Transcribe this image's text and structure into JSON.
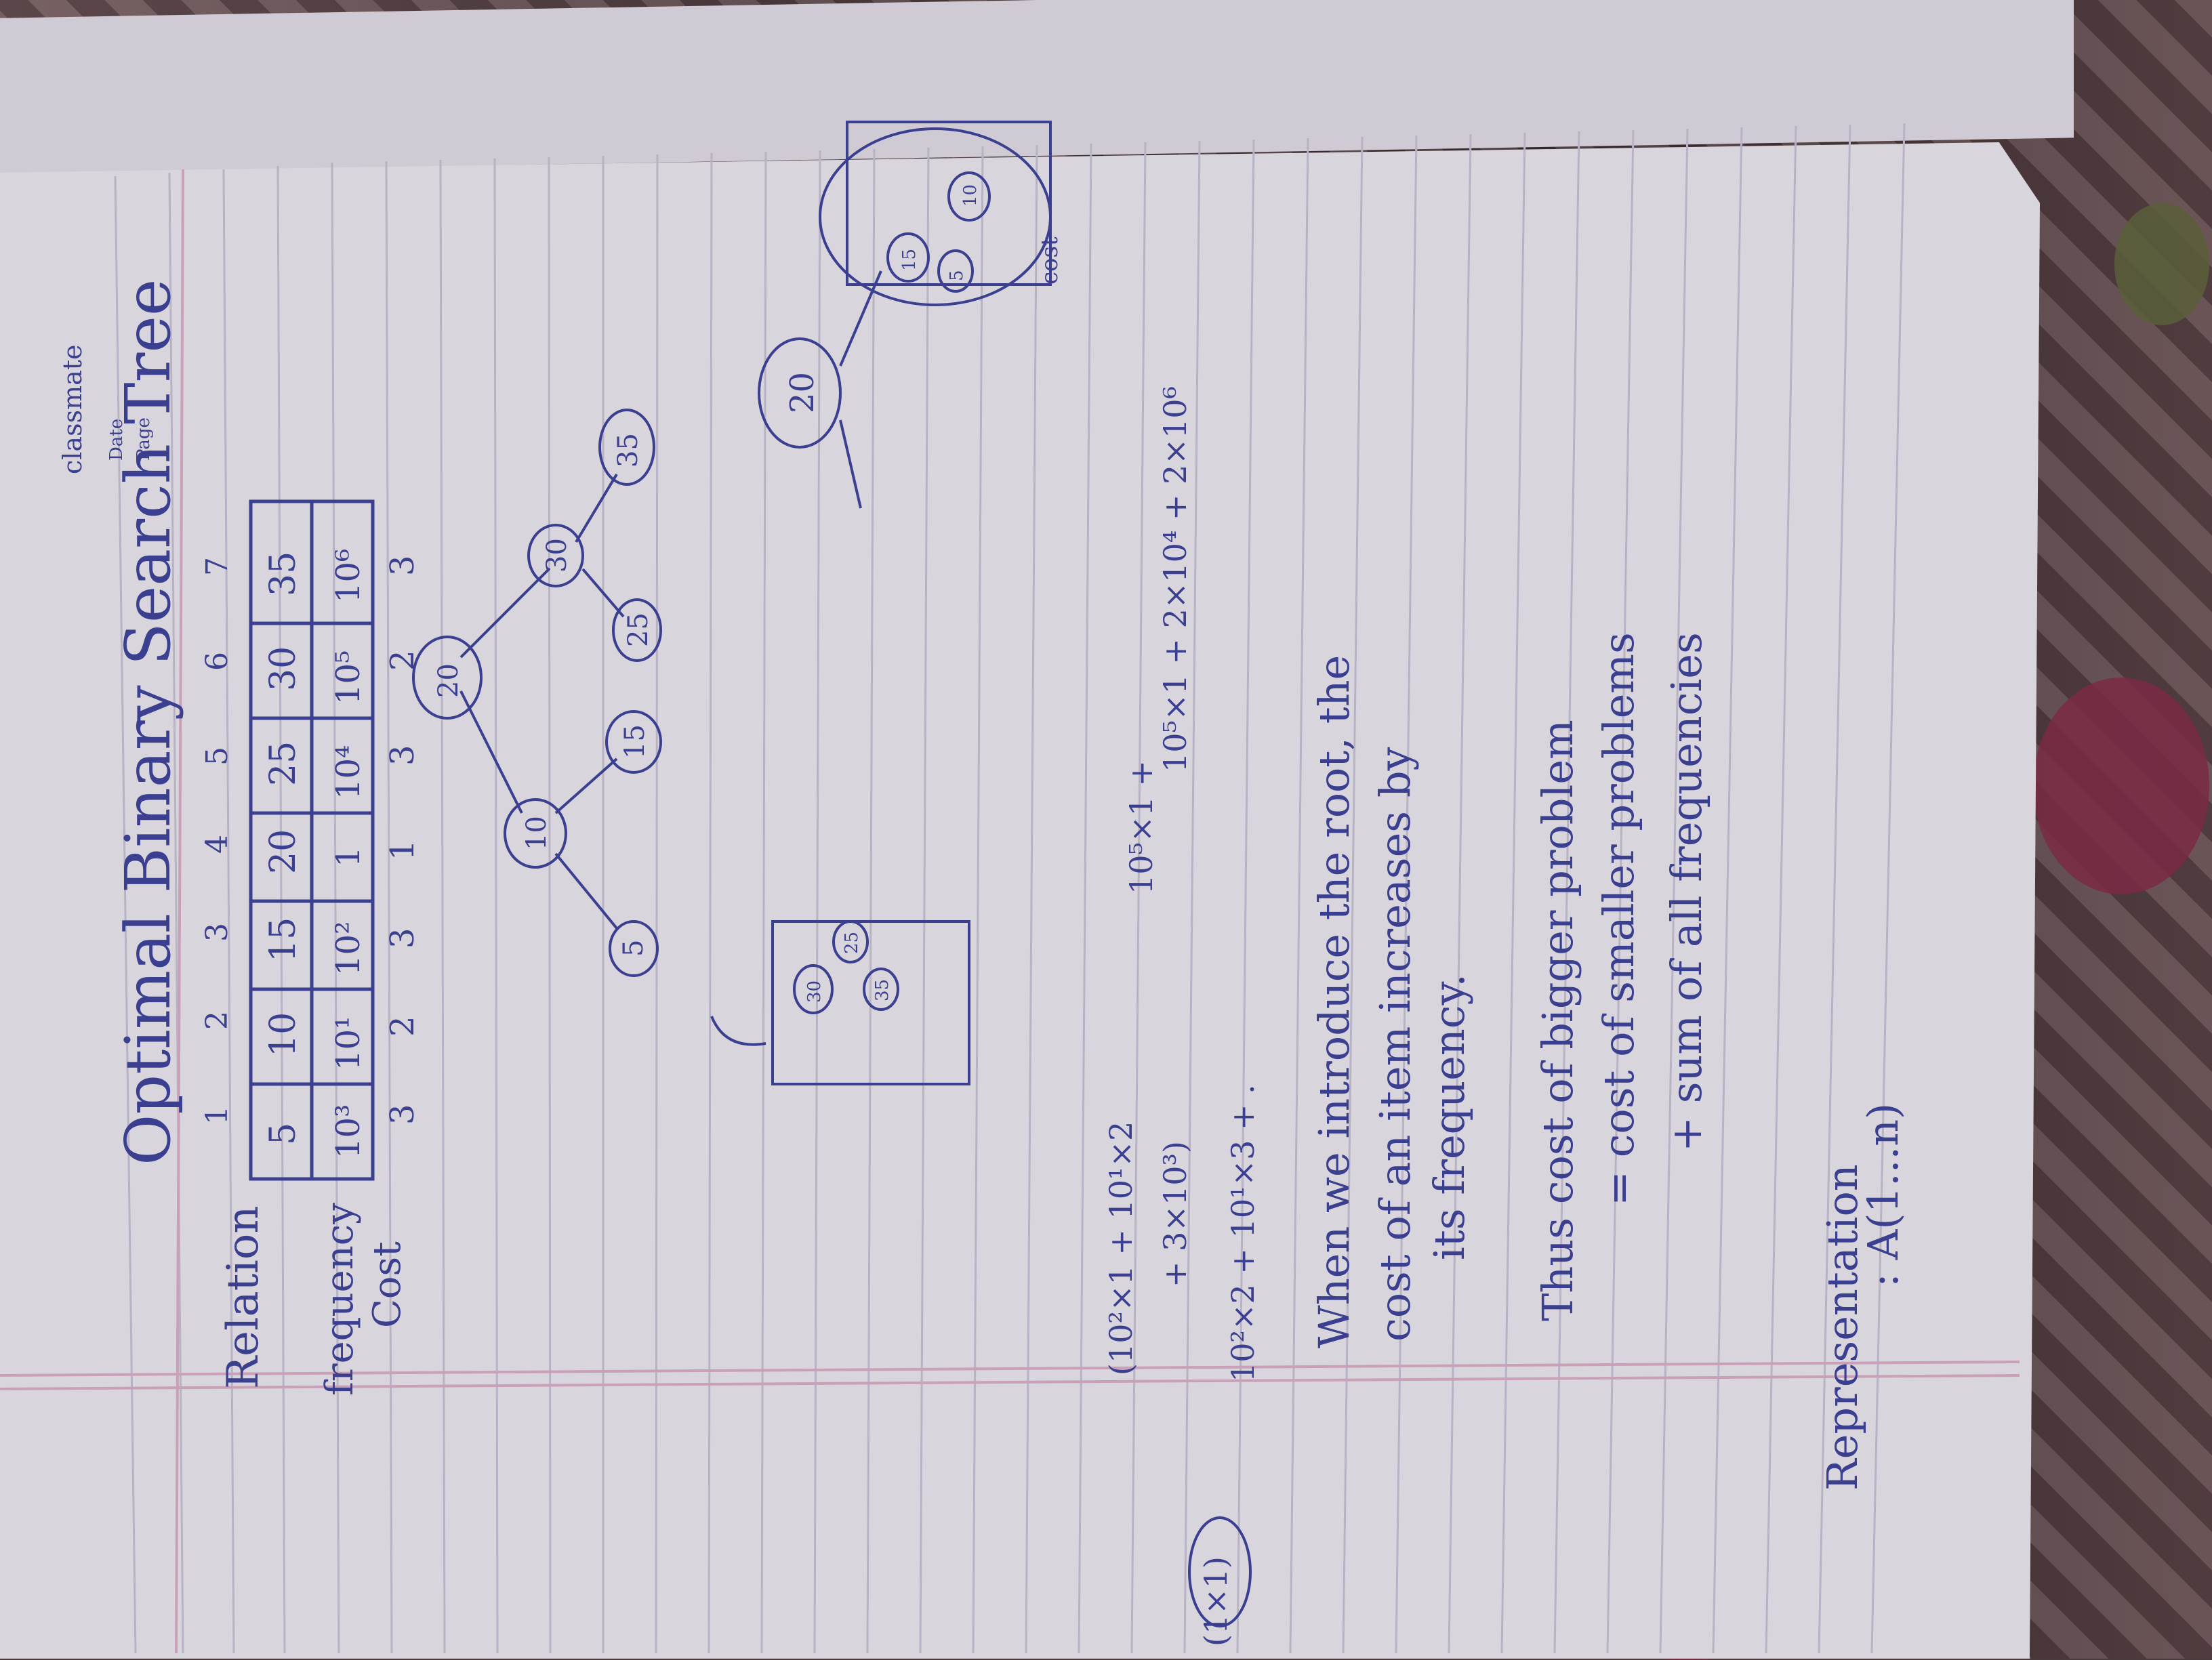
{
  "header": {
    "brand": "classmate",
    "date_label": "Date",
    "page_label": "Page"
  },
  "title": "Optimal Binary Search Tree",
  "table": {
    "section_label": "Relation",
    "frequency_label": "frequency",
    "cost_label": "Cost",
    "indices": [
      "1",
      "2",
      "3",
      "4",
      "5",
      "6",
      "7"
    ],
    "keys": [
      "5",
      "10",
      "15",
      "20",
      "25",
      "30",
      "35"
    ],
    "frequencies": [
      "10³",
      "10¹",
      "10²",
      "1",
      "10⁴",
      "10⁵",
      "10⁶"
    ],
    "costs": [
      "3",
      "2",
      "3",
      "1",
      "3",
      "2",
      "3"
    ]
  },
  "tree": {
    "nodes": [
      "20",
      "10",
      "30",
      "5",
      "15",
      "25",
      "35"
    ],
    "sub_nodes": [
      "30",
      "25",
      "35"
    ],
    "left_nodes": [
      "20",
      "15",
      "10",
      "5"
    ],
    "cost_label": "cost"
  },
  "equations": {
    "line1": "(10²×1 + 10¹×2",
    "line1b": "+ 3×10³)",
    "line1_right": "10⁵×1 + 2×10⁴ + 2×10⁶",
    "line1_mid": "10⁵×1 +",
    "line2": "10²×2 + 10¹×3 + .",
    "box": "(1×1)"
  },
  "notes": {
    "line1": "When we introduce the root, the",
    "line2": "cost of an item increases by",
    "line3": "its frequency.",
    "line4": "Thus cost of bigger problem",
    "line5": "= cost of smaller problems",
    "line6": "+ sum of all frequencies",
    "line7": "Representation",
    "line8": ": A(1...n)"
  },
  "colors": {
    "ink": "#3b3f8f",
    "paper": "#d9d5dd",
    "margin": "#c9a0b8"
  }
}
